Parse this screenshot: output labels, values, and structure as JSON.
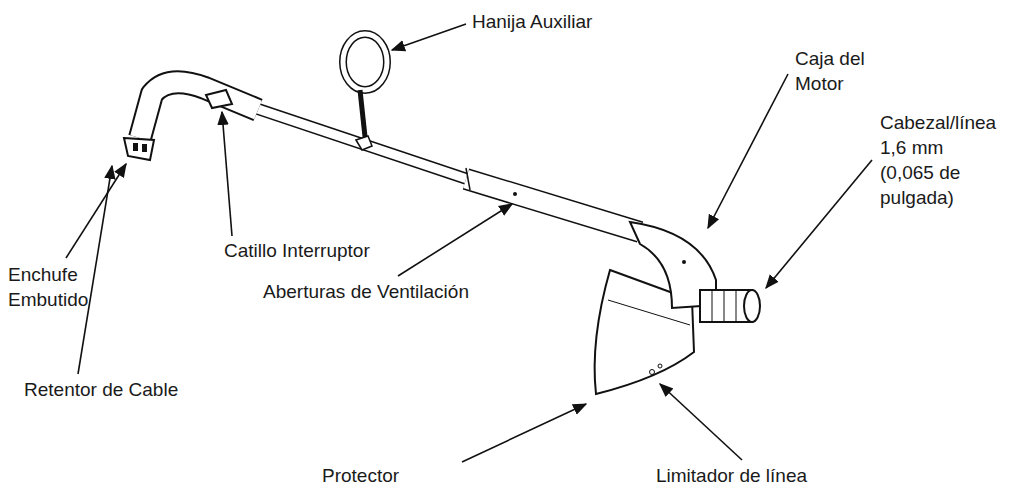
{
  "diagram": {
    "labels": [
      "Hanija Auxiliar",
      "Caja del Motor",
      "Cabezal/línea 1,6 mm (0,065 de pulgada)",
      "Catillo Interruptor",
      "Enchufe Embutido",
      "Aberturas de Ventilación",
      "Retentor de Cable",
      "Protector",
      "Limitador de línea"
    ]
  }
}
